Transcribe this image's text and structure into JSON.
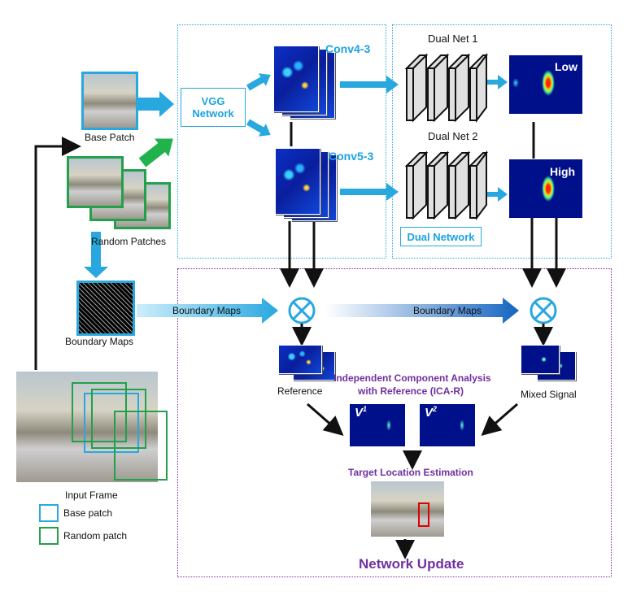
{
  "labels": {
    "base_patch": "Base Patch",
    "random_patches": "Random Patches",
    "boundary_maps_left": "Boundary Maps",
    "input_frame": "Input Frame",
    "legend_base": "Base patch",
    "legend_random": "Random patch",
    "vgg_network": "VGG\nNetwork",
    "conv4": "Conv4-3",
    "conv5": "Conv5-3",
    "dual_net1": "Dual Net 1",
    "dual_net2": "Dual Net 2",
    "dual_network": "Dual Network",
    "low": "Low",
    "high": "High",
    "boundary_maps_arrow1": "Boundary Maps",
    "boundary_maps_arrow2": "Boundary Maps",
    "reference": "Reference",
    "mixed_signal": "Mixed Signal",
    "ica_line1": "Independent Component Analysis",
    "ica_line2": "with Reference (ICA-R)",
    "v1_base": "V",
    "v1_sup": "1",
    "v2_base": "V",
    "v2_sup": "2",
    "target_location": "Target Location Estimation",
    "network_update": "Network Update"
  },
  "colors": {
    "blue_box": "#29a8e0",
    "green_box": "#22a04b",
    "purple": "#7030a0",
    "arrow_blue": "#29a8e0",
    "arrow_green": "#22b24c",
    "arrow_dark_blue": "#1565c0"
  }
}
